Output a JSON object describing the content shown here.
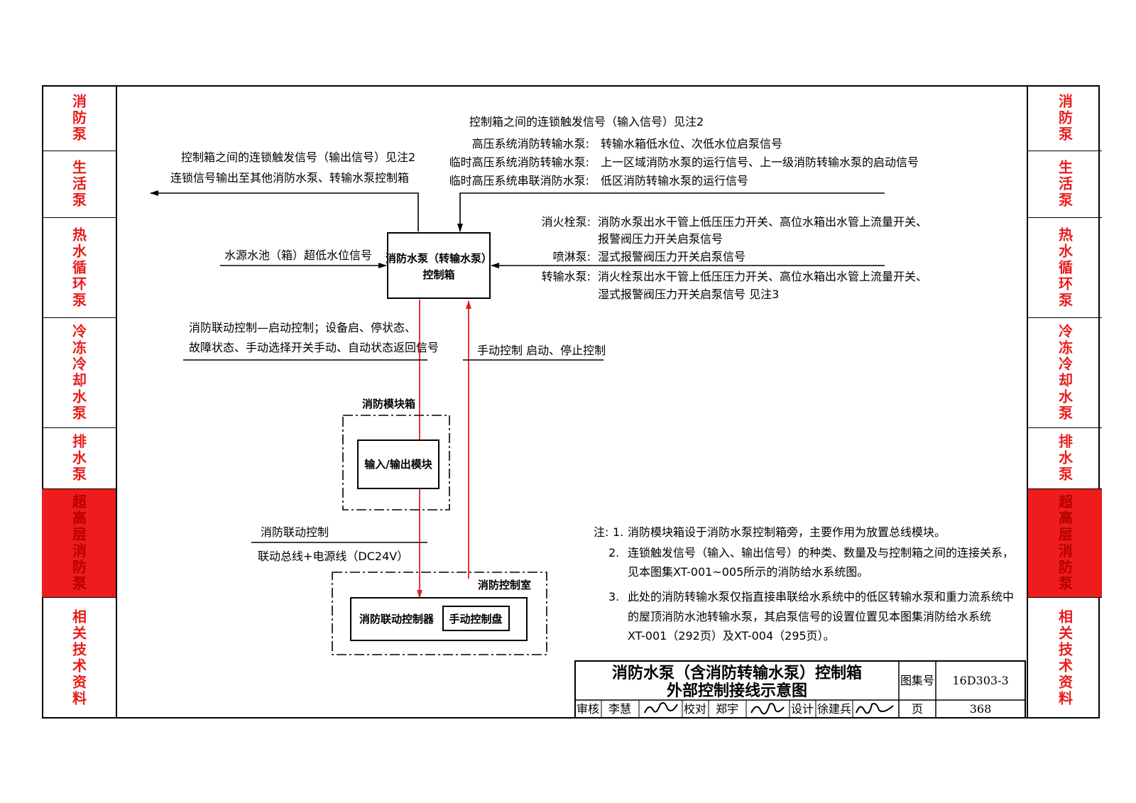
{
  "sidebar": {
    "items": [
      {
        "label": "消防泵",
        "active": false
      },
      {
        "label": "生活泵",
        "active": false
      },
      {
        "label": "热水循环泵",
        "active": false
      },
      {
        "label": "冷冻冷却水泵",
        "active": false
      },
      {
        "label": "排水泵",
        "active": false
      },
      {
        "label": "超高层消防泵",
        "active": true
      },
      {
        "label": "相关技术资料",
        "active": false
      }
    ],
    "active_color": "#ee1c1c",
    "text_color": "#e81c1c"
  },
  "diagram": {
    "top_right_header": "控制箱之间的连锁触发信号（输入信号）见注2",
    "top_left_header_1": "控制箱之间的连锁触发信号（输出信号）见注2",
    "top_left_header_2": "连锁信号输出至其他消防水泵、转输水泵控制箱",
    "input_rows": [
      {
        "label": "高压系统消防转输水泵:",
        "text": "转输水箱低水位、次低水位启泵信号"
      },
      {
        "label": "临时高压系统消防转输水泵:",
        "text": "上一区域消防水泵的运行信号、上一级消防转输水泵的启动信号"
      },
      {
        "label": "临时高压系统串联消防水泵:",
        "text": "低区消防转输水泵的运行信号"
      }
    ],
    "right_rows": [
      {
        "label": "消火栓泵:",
        "text": "消防水泵出水干管上低压压力开关、高位水箱出水管上流量开关、"
      },
      {
        "label": "",
        "text": "报警阀压力开关启泵信号"
      },
      {
        "label": "喷淋泵:",
        "text": "湿式报警阀压力开关启泵信号"
      },
      {
        "label": "转输水泵:",
        "text": "消火栓泵出水干管上低压压力开关、高位水箱出水管上流量开关、"
      },
      {
        "label": "",
        "text": "湿式报警阀压力开关启泵信号 见注3"
      }
    ],
    "water_level_signal": "水源水池（箱）超低水位信号",
    "controller_box_line1": "消防水泵（转输水泵）",
    "controller_box_line2": "控制箱",
    "linkage_label_1": "消防联动控制—启动控制；设备启、停状态、",
    "linkage_label_2": "故障状态、手动选择开关手动、自动状态返回信号",
    "manual_control": "手动控制  启动、停止控制",
    "module_box_title": "消防模块箱",
    "module_label": "输入/输出模块",
    "bus_label_1": "消防联动控制",
    "bus_label_2": "联动总线+电源线（DC24V）",
    "control_room_title": "消防控制室",
    "linkage_controller": "消防联动控制器",
    "manual_panel": "手动控制盘",
    "line_color": "#e81c1c"
  },
  "notes": {
    "prefix": "注:",
    "items": [
      {
        "num": "1.",
        "lines": [
          "消防模块箱设于消防水泵控制箱旁，主要作用为放置总线模块。"
        ]
      },
      {
        "num": "2.",
        "lines": [
          "连锁触发信号（输入、输出信号）的种类、数量及与控制箱之间的连接关系，",
          "见本图集XT-001~005所示的消防给水系统图。"
        ]
      },
      {
        "num": "3.",
        "lines": [
          "此处的消防转输水泵仅指直接串联给水系统中的低区转输水泵和重力流系统中",
          "的屋顶消防水池转输水泵，其启泵信号的设置位置见本图集消防给水系统",
          "XT-001（292页）及XT-004（295页）。"
        ]
      }
    ]
  },
  "title_block": {
    "title_line1": "消防水泵（含消防转输水泵）控制箱",
    "title_line2": "外部控制接线示意图",
    "atlas_label": "图集号",
    "atlas_number": "16D303-3",
    "review_label": "审核",
    "reviewer": "李慧",
    "check_label": "校对",
    "checker": "郑宇",
    "design_label": "设计",
    "designer": "徐建兵",
    "page_label": "页",
    "page_number": "368"
  }
}
